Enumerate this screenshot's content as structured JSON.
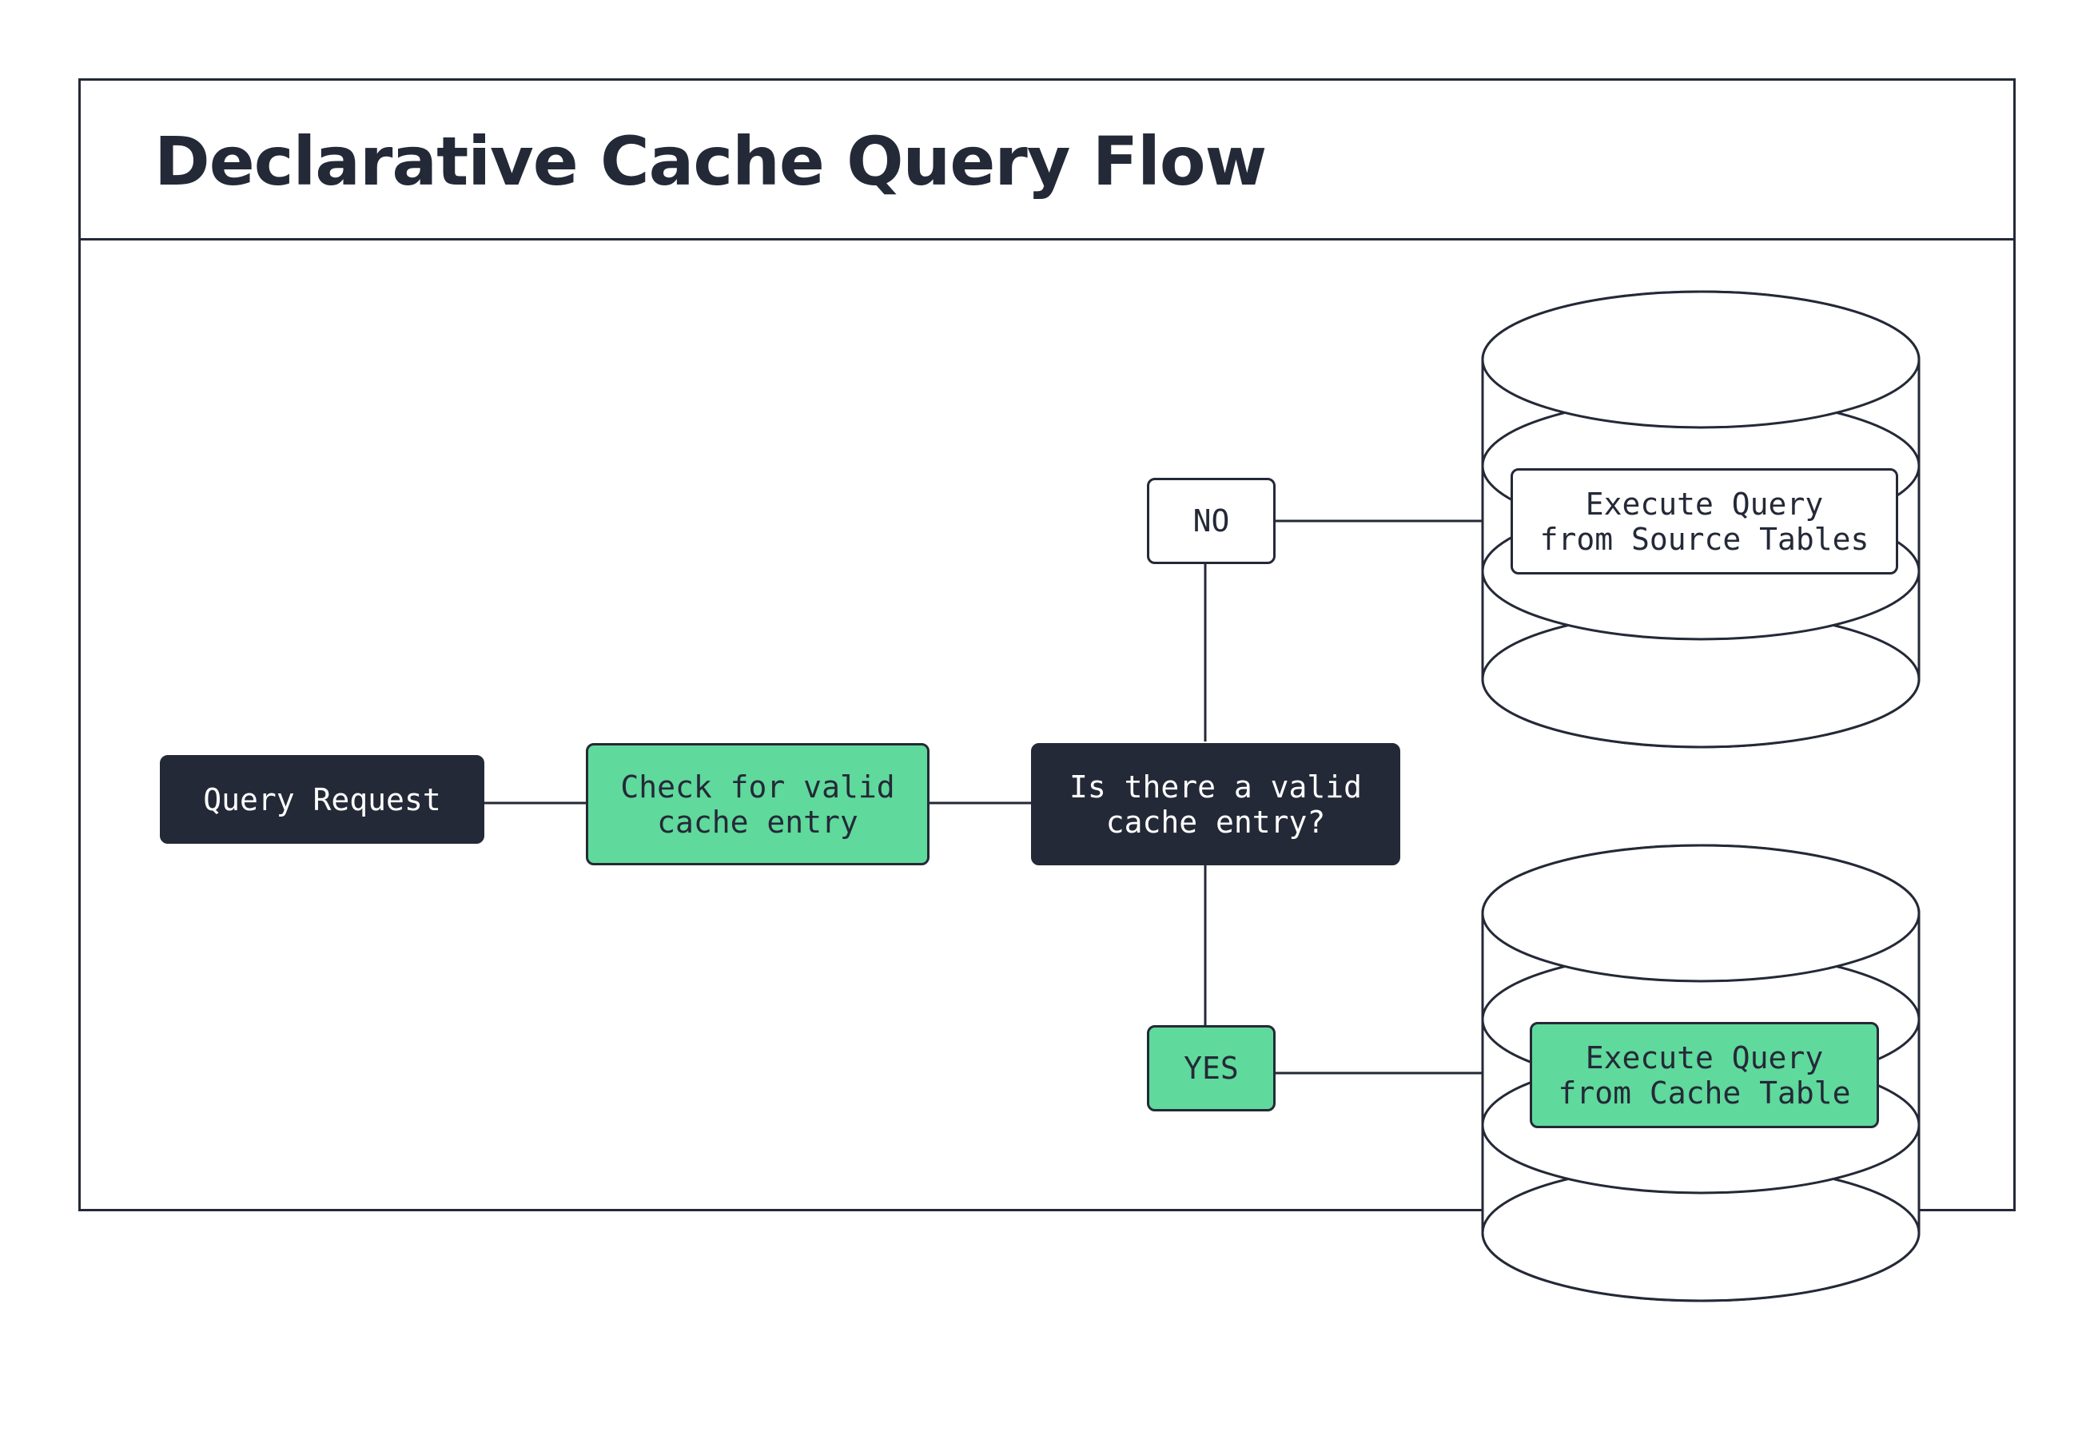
{
  "title": "Declarative Cache Query Flow",
  "nodes": {
    "query_request": "Query Request",
    "check_cache": "Check for valid\ncache entry",
    "decision": "Is there a valid\ncache entry?",
    "no_label": "NO",
    "yes_label": "YES",
    "source_tables": "Execute Query\nfrom Source Tables",
    "cache_table": "Execute Query\nfrom Cache Table"
  },
  "colors": {
    "ink": "#242937",
    "accent_green": "#5fd99c",
    "background": "#ffffff"
  }
}
